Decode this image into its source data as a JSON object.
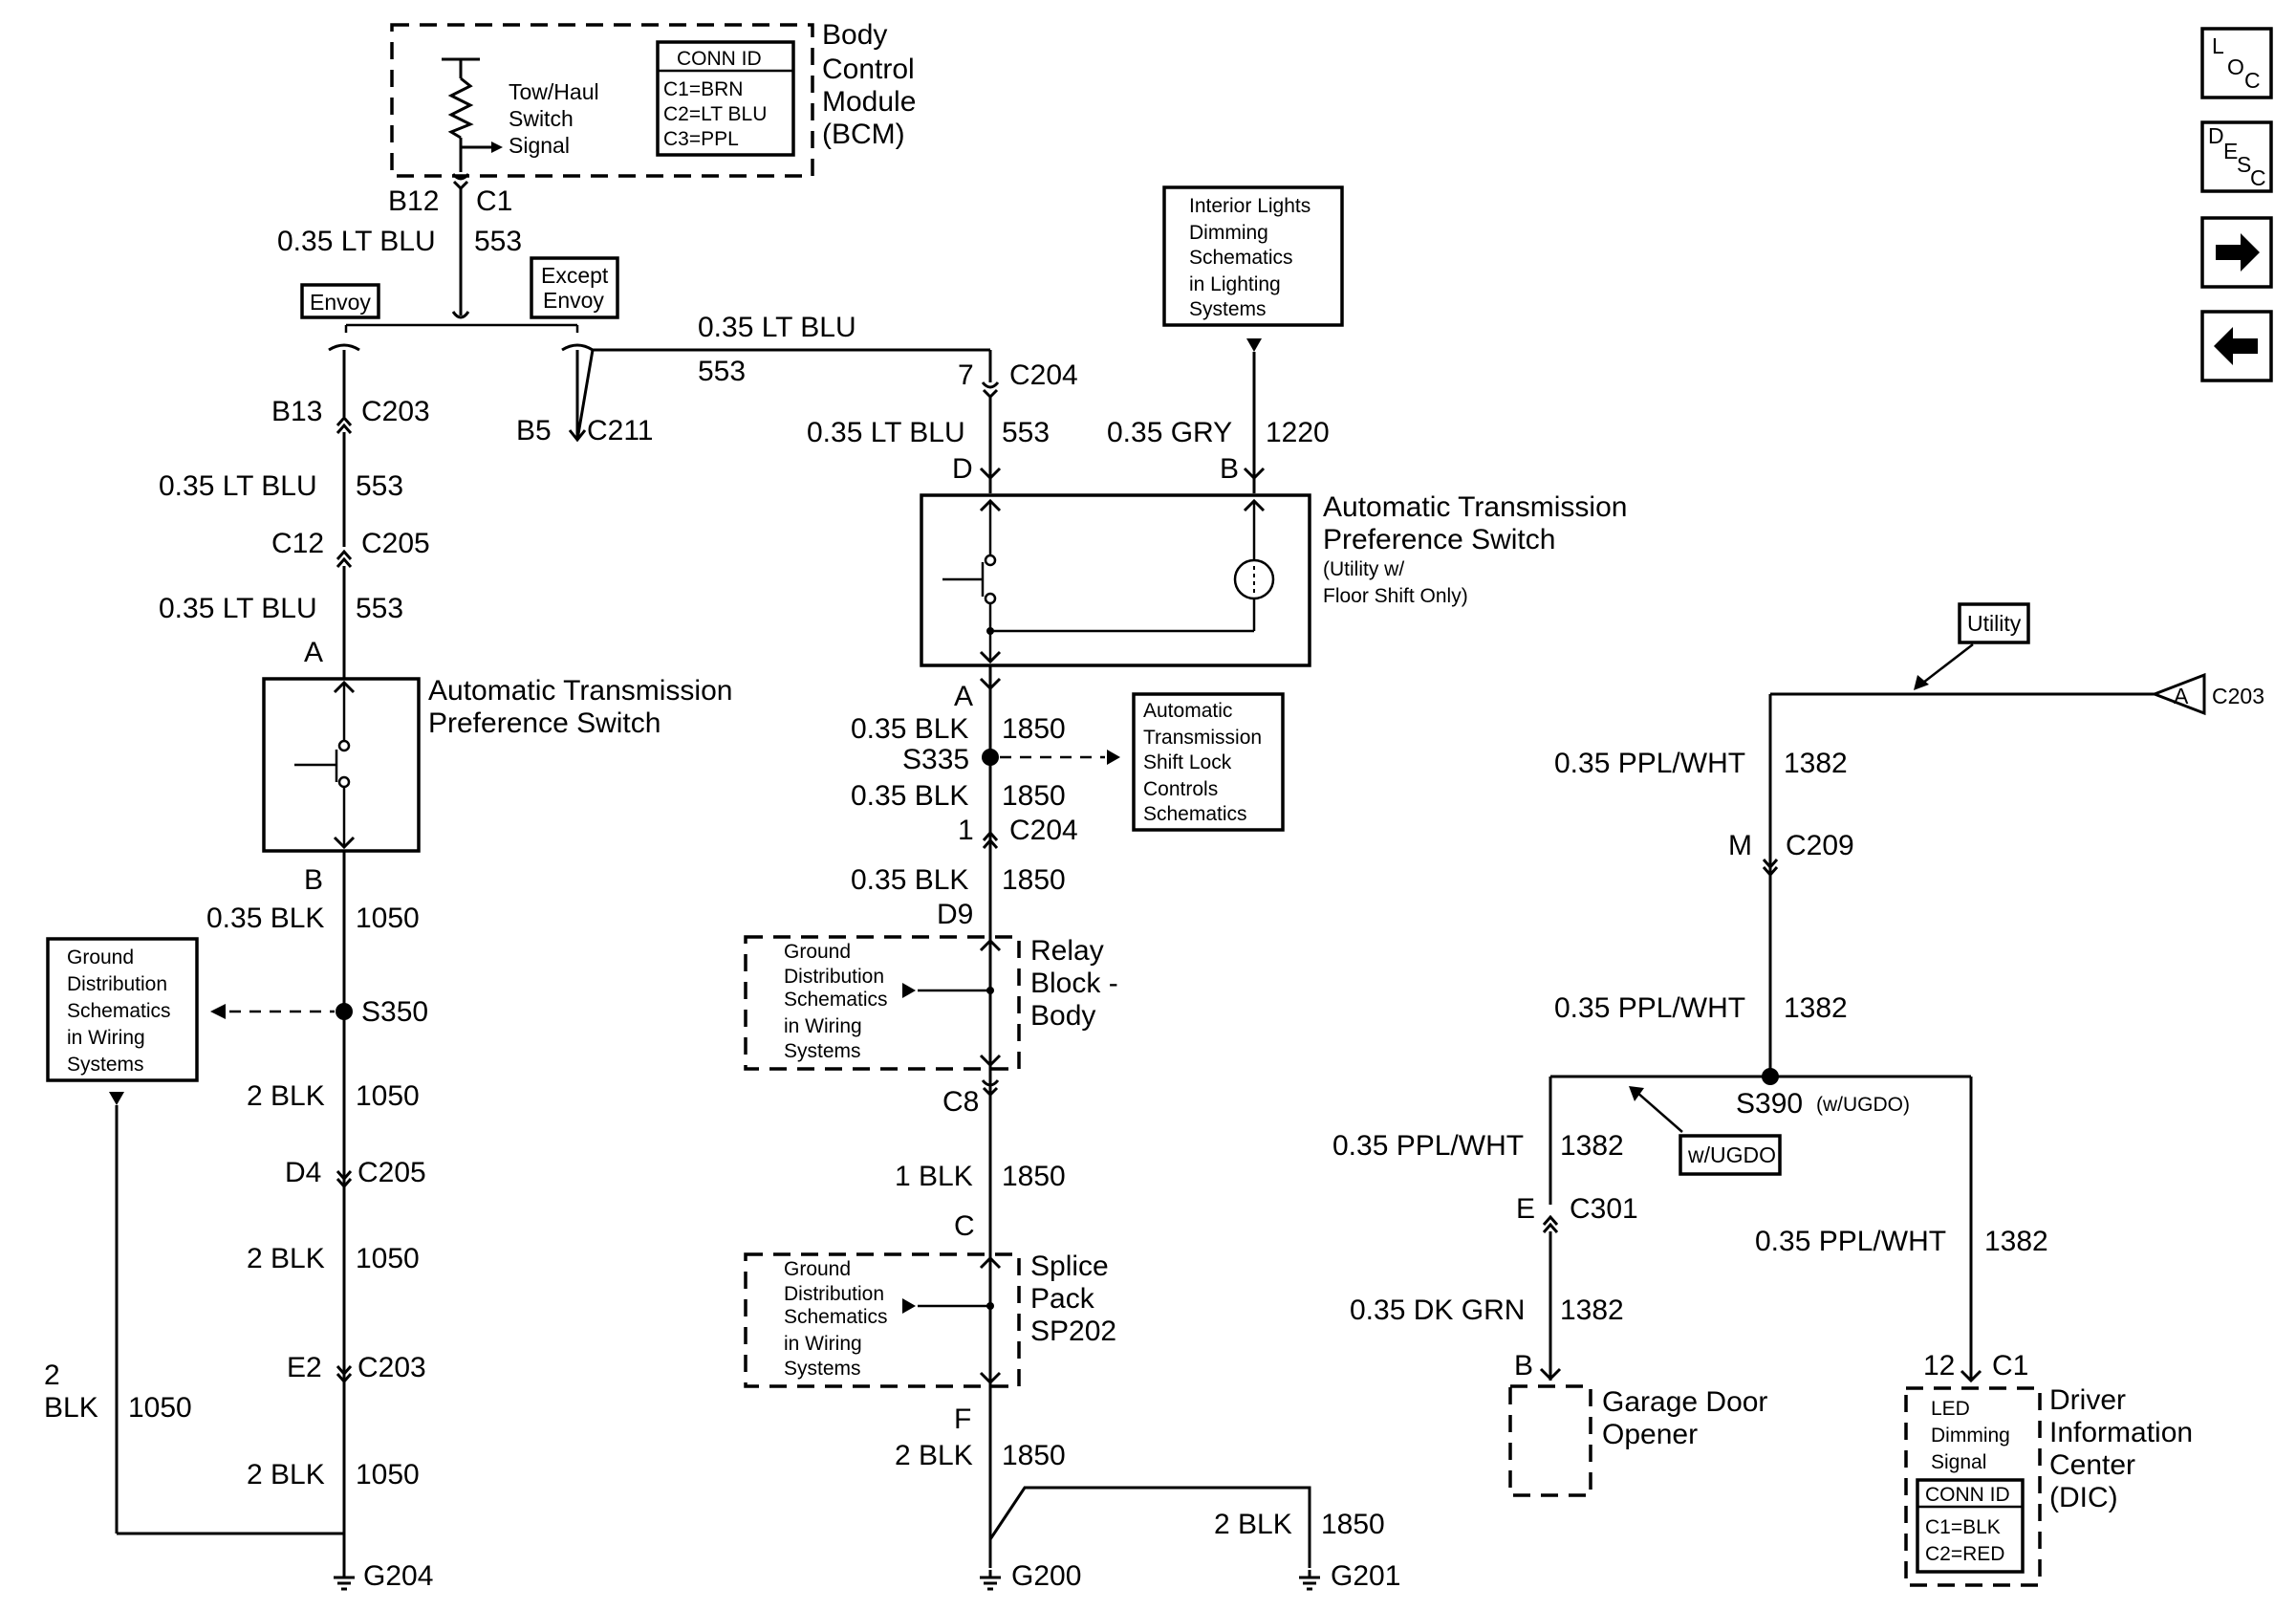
{
  "bcm": {
    "title": [
      "Body",
      "Control",
      "Module",
      "(BCM)"
    ],
    "switch_signal": [
      "Tow/Haul",
      "Switch",
      "Signal"
    ],
    "conn_id": [
      "CONN ID",
      "C1=BRN",
      "C2=LT BLU",
      "C3=PPL"
    ]
  },
  "left": {
    "b12": "B12",
    "c1": "C1",
    "wire_top": "0.35 LT BLU",
    "circ_top": "553",
    "envoy": "Envoy",
    "except_envoy": [
      "Except",
      "Envoy"
    ],
    "b13": "B13",
    "c203": "C203",
    "wire2": "0.35 LT BLU",
    "circ2": "553",
    "c12": "C12",
    "c205": "C205",
    "wire3": "0.35 LT BLU",
    "circ3": "553",
    "pin_a": "A",
    "switch_title": [
      "Automatic Transmission",
      "Preference Switch"
    ],
    "pin_b": "B",
    "wire4": "0.35 BLK",
    "circ4": "1050",
    "ground_ref": [
      "Ground",
      "Distribution",
      "Schematics",
      "in Wiring",
      "Systems"
    ],
    "s350": "S350",
    "wire5": "2 BLK",
    "circ5": "1050",
    "d4": "D4",
    "c205b": "C205",
    "wire6": "2 BLK",
    "circ6": "1050",
    "e2": "E2",
    "c203b": "C203",
    "wire7": "2 BLK",
    "circ7": "1050",
    "wire8": "2 BLK",
    "wire8a": "2",
    "wire8b": "BLK",
    "circ8": "1050",
    "g204": "G204"
  },
  "mid": {
    "b5": "B5",
    "c211": "C211",
    "wire_h": "0.35 LT BLU",
    "circ_h": "553",
    "pin7": "7",
    "c204": "C204",
    "wire1": "0.35 LT BLU",
    "circ1": "553",
    "gry_wire": "0.35 GRY",
    "gry_circ": "1220",
    "lighting_ref": [
      "Interior Lights",
      "Dimming",
      "Schematics",
      "in Lighting",
      "Systems"
    ],
    "pin_d": "D",
    "pin_b": "B",
    "switch_title": [
      "Automatic Transmission",
      "Preference Switch"
    ],
    "switch_note": [
      "(Utility w/",
      "Floor Shift Only)"
    ],
    "pin_a": "A",
    "wire2": "0.35 BLK",
    "circ2": "1850",
    "s335": "S335",
    "shift_ref": [
      "Automatic",
      "Transmission",
      "Shift Lock",
      "Controls",
      "Schematics"
    ],
    "wire3": "0.35 BLK",
    "circ3": "1850",
    "pin1": "1",
    "c204b": "C204",
    "wire4": "0.35 BLK",
    "circ4": "1850",
    "d9": "D9",
    "relay_title": [
      "Relay",
      "Block -",
      "Body"
    ],
    "ground_ref": [
      "Ground",
      "Distribution",
      "Schematics",
      "in Wiring",
      "Systems"
    ],
    "c8": "C8",
    "wire5": "1 BLK",
    "circ5": "1850",
    "pin_c": "C",
    "splice_title": [
      "Splice",
      "Pack",
      "SP202"
    ],
    "ground_ref2": [
      "Ground",
      "Distribution",
      "Schematics",
      "in Wiring",
      "Systems"
    ],
    "pin_f": "F",
    "wire6": "2 BLK",
    "circ6": "1850",
    "wire7": "2 BLK",
    "circ7": "1850",
    "g200": "G200",
    "g201": "G201"
  },
  "right": {
    "utility": "Utility",
    "conn_a": "A",
    "c203": "C203",
    "wire1": "0.35 PPL/WHT",
    "circ1": "1382",
    "m": "M",
    "c209": "C209",
    "wire2": "0.35 PPL/WHT",
    "circ2": "1382",
    "s390": "S390",
    "s390_note": "(w/UGDO)",
    "w_ugdo": "w/UGDO",
    "wire3": "0.35 PPL/WHT",
    "circ3": "1382",
    "e": "E",
    "c301": "C301",
    "wire4": "0.35 DK GRN",
    "circ4": "1382",
    "pin_b": "B",
    "gdo_title": [
      "Garage Door",
      "Opener"
    ],
    "wire5": "0.35 PPL/WHT",
    "circ5": "1382",
    "pin12": "12",
    "c1": "C1",
    "dic_signal": [
      "LED",
      "Dimming",
      "Signal"
    ],
    "dic_conn": [
      "CONN ID",
      "C1=BLK",
      "C2=RED"
    ],
    "dic_title": [
      "Driver",
      "Information",
      "Center",
      "(DIC)"
    ]
  },
  "nav": {
    "loc": [
      "L",
      "O",
      "C"
    ],
    "desc": [
      "D",
      "E",
      "S",
      "C"
    ],
    "next_icon": "arrow-right-icon",
    "prev_icon": "arrow-left-icon"
  }
}
